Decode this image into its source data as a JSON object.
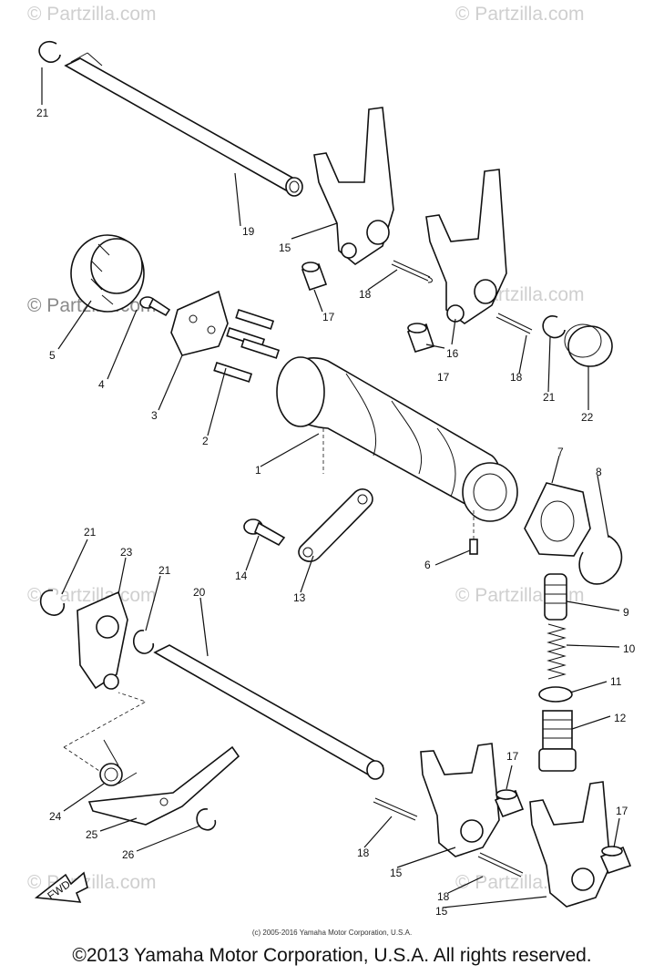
{
  "watermark": "© Partzilla.com",
  "callouts": [
    "21",
    "19",
    "15",
    "18",
    "16",
    "17",
    "5",
    "4",
    "3",
    "2",
    "1",
    "22",
    "7",
    "8",
    "6",
    "14",
    "13",
    "23",
    "20",
    "9",
    "10",
    "11",
    "12",
    "24",
    "25",
    "26"
  ],
  "fwd_label": "FWD",
  "small_copyright": "(c) 2005-2016 Yamaha Motor Corporation, U.S.A.",
  "footer_copyright": "©2013 Yamaha Motor Corporation, U.S.A. All rights reserved."
}
